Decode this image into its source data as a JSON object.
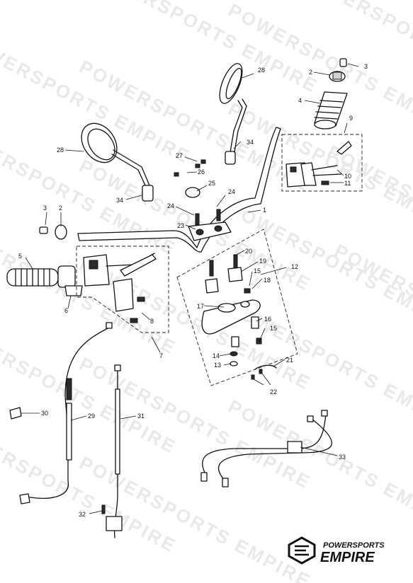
{
  "watermark": {
    "text": "POWERSPORTS EMPIRE",
    "color": "#e9e9e9"
  },
  "logo": {
    "line1": "POWERSPORTS",
    "line2": "EMPIRE",
    "icon": "empire-emblem-icon"
  },
  "callouts": {
    "c1": "1",
    "c2a": "2",
    "c2b": "2",
    "c3a": "3",
    "c3b": "3",
    "c4": "4",
    "c5": "5",
    "c6": "6",
    "c7": "7",
    "c8": "8",
    "c9": "9",
    "c10": "10",
    "c11": "11",
    "c12": "12",
    "c13": "13",
    "c14": "14",
    "c15a": "15",
    "c15b": "15",
    "c16": "16",
    "c17": "17",
    "c18": "18",
    "c19": "19",
    "c20": "20",
    "c21": "21",
    "c22": "22",
    "c23": "23",
    "c24a": "24",
    "c24b": "24",
    "c25": "25",
    "c26": "26",
    "c27": "27",
    "c28a": "28",
    "c28b": "28",
    "c29": "29",
    "c30": "30",
    "c31": "31",
    "c32": "32",
    "c33": "33",
    "c34a": "34",
    "c34b": "34"
  }
}
